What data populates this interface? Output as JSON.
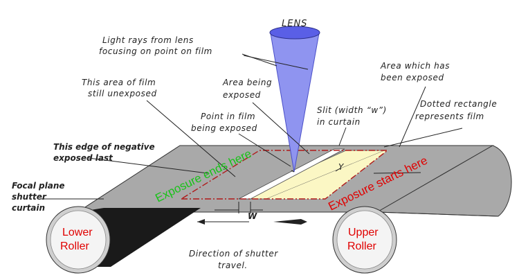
{
  "lens": {
    "label": "LENS",
    "color": "#5a5fe6",
    "beam_color": "#8f94f0"
  },
  "labels": {
    "light_rays": [
      "Light rays from lens",
      "focusing on point on film"
    ],
    "unexposed": [
      "This area of film",
      "still unexposed"
    ],
    "area_being_exposed": [
      "Area being",
      "exposed"
    ],
    "area_exposed": [
      "Area which has",
      "been exposed"
    ],
    "point_in_film": [
      "Point in film",
      "being exposed"
    ],
    "slit": [
      "Slit (width “w”)",
      "in curtain"
    ],
    "dotted_rect": [
      "Dotted rectangle",
      "represents film"
    ],
    "edge_negative": [
      "This edge of negative",
      "exposed last"
    ],
    "focal_plane": [
      "Focal plane",
      "shutter",
      "curtain"
    ],
    "direction": [
      "Direction of shutter",
      "travel."
    ],
    "w_mark": "W",
    "y_mark": "Y"
  },
  "rollers": {
    "lower": [
      "Lower",
      "Roller"
    ],
    "upper": [
      "Upper",
      "Roller"
    ]
  },
  "annotations": {
    "exposure_ends": "Exposure ends here",
    "exposure_starts": "Exposure starts here"
  },
  "colors": {
    "curtain": "#a9a9a9",
    "exposed_area": "#fbf7c4",
    "film_outline": "#b01818",
    "green_text": "#19c219",
    "red_text": "#e00000"
  }
}
